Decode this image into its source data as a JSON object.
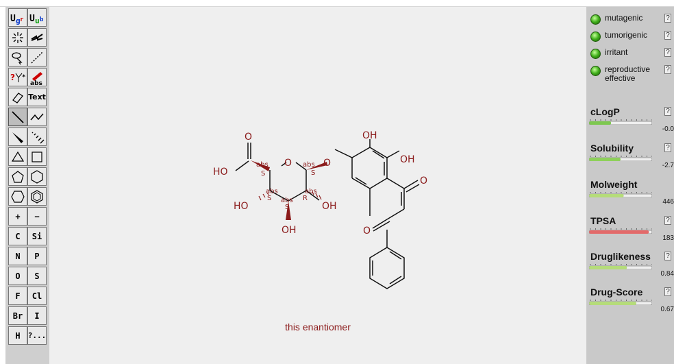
{
  "toolbar": {
    "rows": [
      [
        "Ug",
        "Uu"
      ],
      [
        "sparkle",
        "arrow"
      ],
      [
        "lasso",
        "dashed"
      ],
      [
        "query",
        "abs"
      ],
      [
        "eraser",
        "Text"
      ],
      [
        "single-bond",
        "chain"
      ],
      [
        "wedge-bond",
        "hash-bond"
      ],
      [
        "triangle",
        "square"
      ],
      [
        "pentagon",
        "hexagon"
      ],
      [
        "cyclohexane",
        "benzene"
      ],
      [
        "+",
        "−"
      ],
      [
        "C",
        "Si"
      ],
      [
        "N",
        "P"
      ],
      [
        "O",
        "S"
      ],
      [
        "F",
        "Cl"
      ],
      [
        "Br",
        "I"
      ],
      [
        "H",
        "?..."
      ]
    ],
    "labels": {
      "abs": "abs",
      "text": "Text",
      "plus": "+",
      "minus": "−",
      "c": "C",
      "si": "Si",
      "n": "N",
      "p": "P",
      "o": "O",
      "s": "S",
      "f": "F",
      "cl": "Cl",
      "br": "Br",
      "i": "I",
      "h": "H",
      "more": "?..."
    }
  },
  "molecule": {
    "labels": {
      "ho_left": "HO",
      "o_top": "O",
      "o_ring": "O",
      "o_link": "O",
      "oh_top": "OH",
      "oh_right": "OH",
      "o_ketone": "O",
      "ho_bottom_left": "HO",
      "oh_ring_right": "OH",
      "oh_bottom": "OH",
      "o_chromone": "O",
      "abs1": "abs",
      "abs2": "abs",
      "abs3": "abs",
      "abs4": "abs",
      "abs5": "abs",
      "s1": "S",
      "s2": "S",
      "s3": "S",
      "s4": "S",
      "r1": "R"
    },
    "caption": "this enantiomer"
  },
  "properties": {
    "risks": [
      {
        "label": "mutagenic",
        "status_color": "#3faf1a"
      },
      {
        "label": "tumorigenic",
        "status_color": "#3faf1a"
      },
      {
        "label": "irritant",
        "status_color": "#3faf1a"
      },
      {
        "label": "reproductive effective",
        "status_color": "#3faf1a"
      }
    ],
    "help_label": "?",
    "metrics": [
      {
        "title": "cLogP",
        "value": "-0.0",
        "fill": 0.35,
        "color": "#7ec850"
      },
      {
        "title": "Solubility",
        "value": "-2.7",
        "fill": 0.5,
        "color": "#8ed05a"
      },
      {
        "title": "Molweight",
        "value": "446",
        "fill": 0.55,
        "color": "#b5dc7a"
      },
      {
        "title": "TPSA",
        "value": "183",
        "fill": 0.95,
        "color": "#e36a6a"
      },
      {
        "title": "Druglikeness",
        "value": "0.84",
        "fill": 0.6,
        "color": "#b5dc7a"
      },
      {
        "title": "Drug-Score",
        "value": "0.67",
        "fill": 0.75,
        "color": "#b5dc7a"
      }
    ]
  },
  "colors": {
    "bond": "#111111",
    "hetero_atom": "#8b1b1b",
    "stereo_label": "#8b1b1b",
    "canvas": "#efefef",
    "panel": "#c9c9c9"
  }
}
